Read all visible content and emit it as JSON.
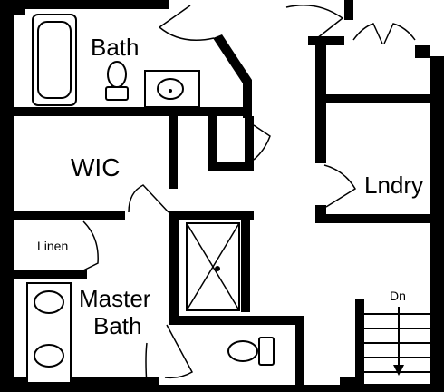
{
  "rooms": {
    "bath": "Bath",
    "wic": "WIC",
    "laundry": "Lndry",
    "linen": "Linen",
    "master_bath_line1": "Master",
    "master_bath_line2": "Bath"
  },
  "stairs": {
    "direction": "Dn"
  },
  "colors": {
    "wall": "#000000",
    "background": "#ffffff"
  }
}
